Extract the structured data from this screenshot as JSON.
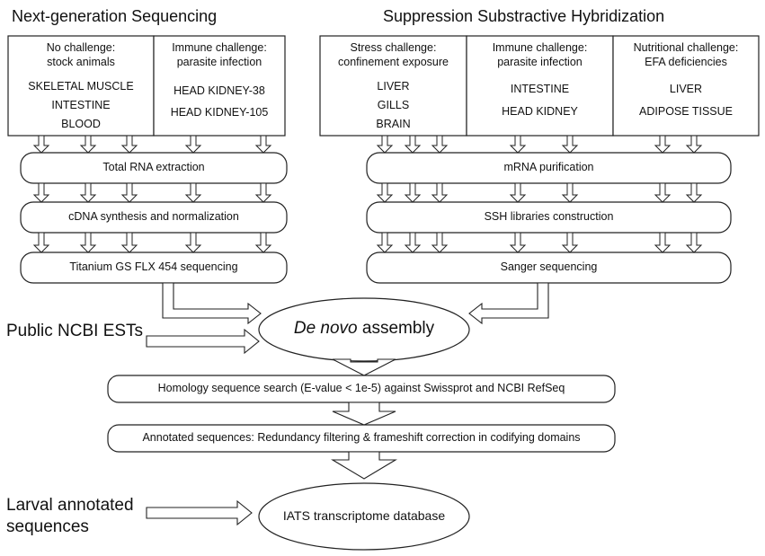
{
  "ngs": {
    "title": "Next-generation Sequencing",
    "boxes": [
      {
        "title_line1": "No challenge:",
        "title_line2": "stock animals",
        "tissues": [
          "SKELETAL MUSCLE",
          "INTESTINE",
          "BLOOD"
        ]
      },
      {
        "title_line1": "Immune challenge:",
        "title_line2": "parasite infection",
        "tissues": [
          "HEAD KIDNEY-38",
          "HEAD KIDNEY-105"
        ]
      }
    ],
    "steps": [
      "Total RNA extraction",
      "cDNA synthesis and normalization",
      "Titanium GS FLX 454 sequencing"
    ]
  },
  "ssh": {
    "title": "Suppression Substractive Hybridization",
    "boxes": [
      {
        "title_line1": "Stress challenge:",
        "title_line2": "confinement exposure",
        "tissues": [
          "LIVER",
          "GILLS",
          "BRAIN"
        ]
      },
      {
        "title_line1": "Immune challenge:",
        "title_line2": "parasite infection",
        "tissues": [
          "INTESTINE",
          "HEAD KIDNEY"
        ]
      },
      {
        "title_line1": "Nutritional challenge:",
        "title_line2": "EFA deficiencies",
        "tissues": [
          "LIVER",
          "ADIPOSE TISSUE"
        ]
      }
    ],
    "steps": [
      "mRNA purification",
      "SSH libraries construction",
      "Sanger sequencing"
    ]
  },
  "assembly": {
    "label_italic": "De novo",
    "label_rest": " assembly"
  },
  "public_input": "Public NCBI ESTs",
  "homology_step": "Homology sequence search (E-value < 1e-5) against Swissprot and NCBI RefSeq",
  "annotation_step": "Annotated sequences: Redundancy filtering & frameshift correction in codifying domains",
  "larval_input": {
    "line1": "Larval annotated",
    "line2": "sequences"
  },
  "database": "IATS transcriptome database"
}
